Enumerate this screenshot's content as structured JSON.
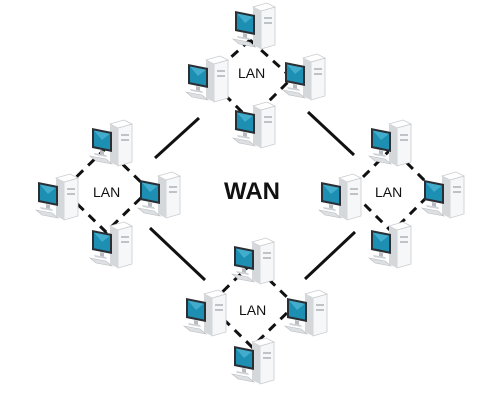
{
  "diagram": {
    "center_label": "WAN",
    "clusters": [
      {
        "name": "top",
        "label": "LAN"
      },
      {
        "name": "left",
        "label": "LAN"
      },
      {
        "name": "right",
        "label": "LAN"
      },
      {
        "name": "bottom",
        "label": "LAN"
      }
    ],
    "computer_icon": "desktop-computer-icon",
    "colors": {
      "line": "#111111",
      "screen": "#1c8fb2",
      "case": "#f1f2f3",
      "case_shadow": "#c9ccd0",
      "base": "#d7dadd"
    }
  }
}
